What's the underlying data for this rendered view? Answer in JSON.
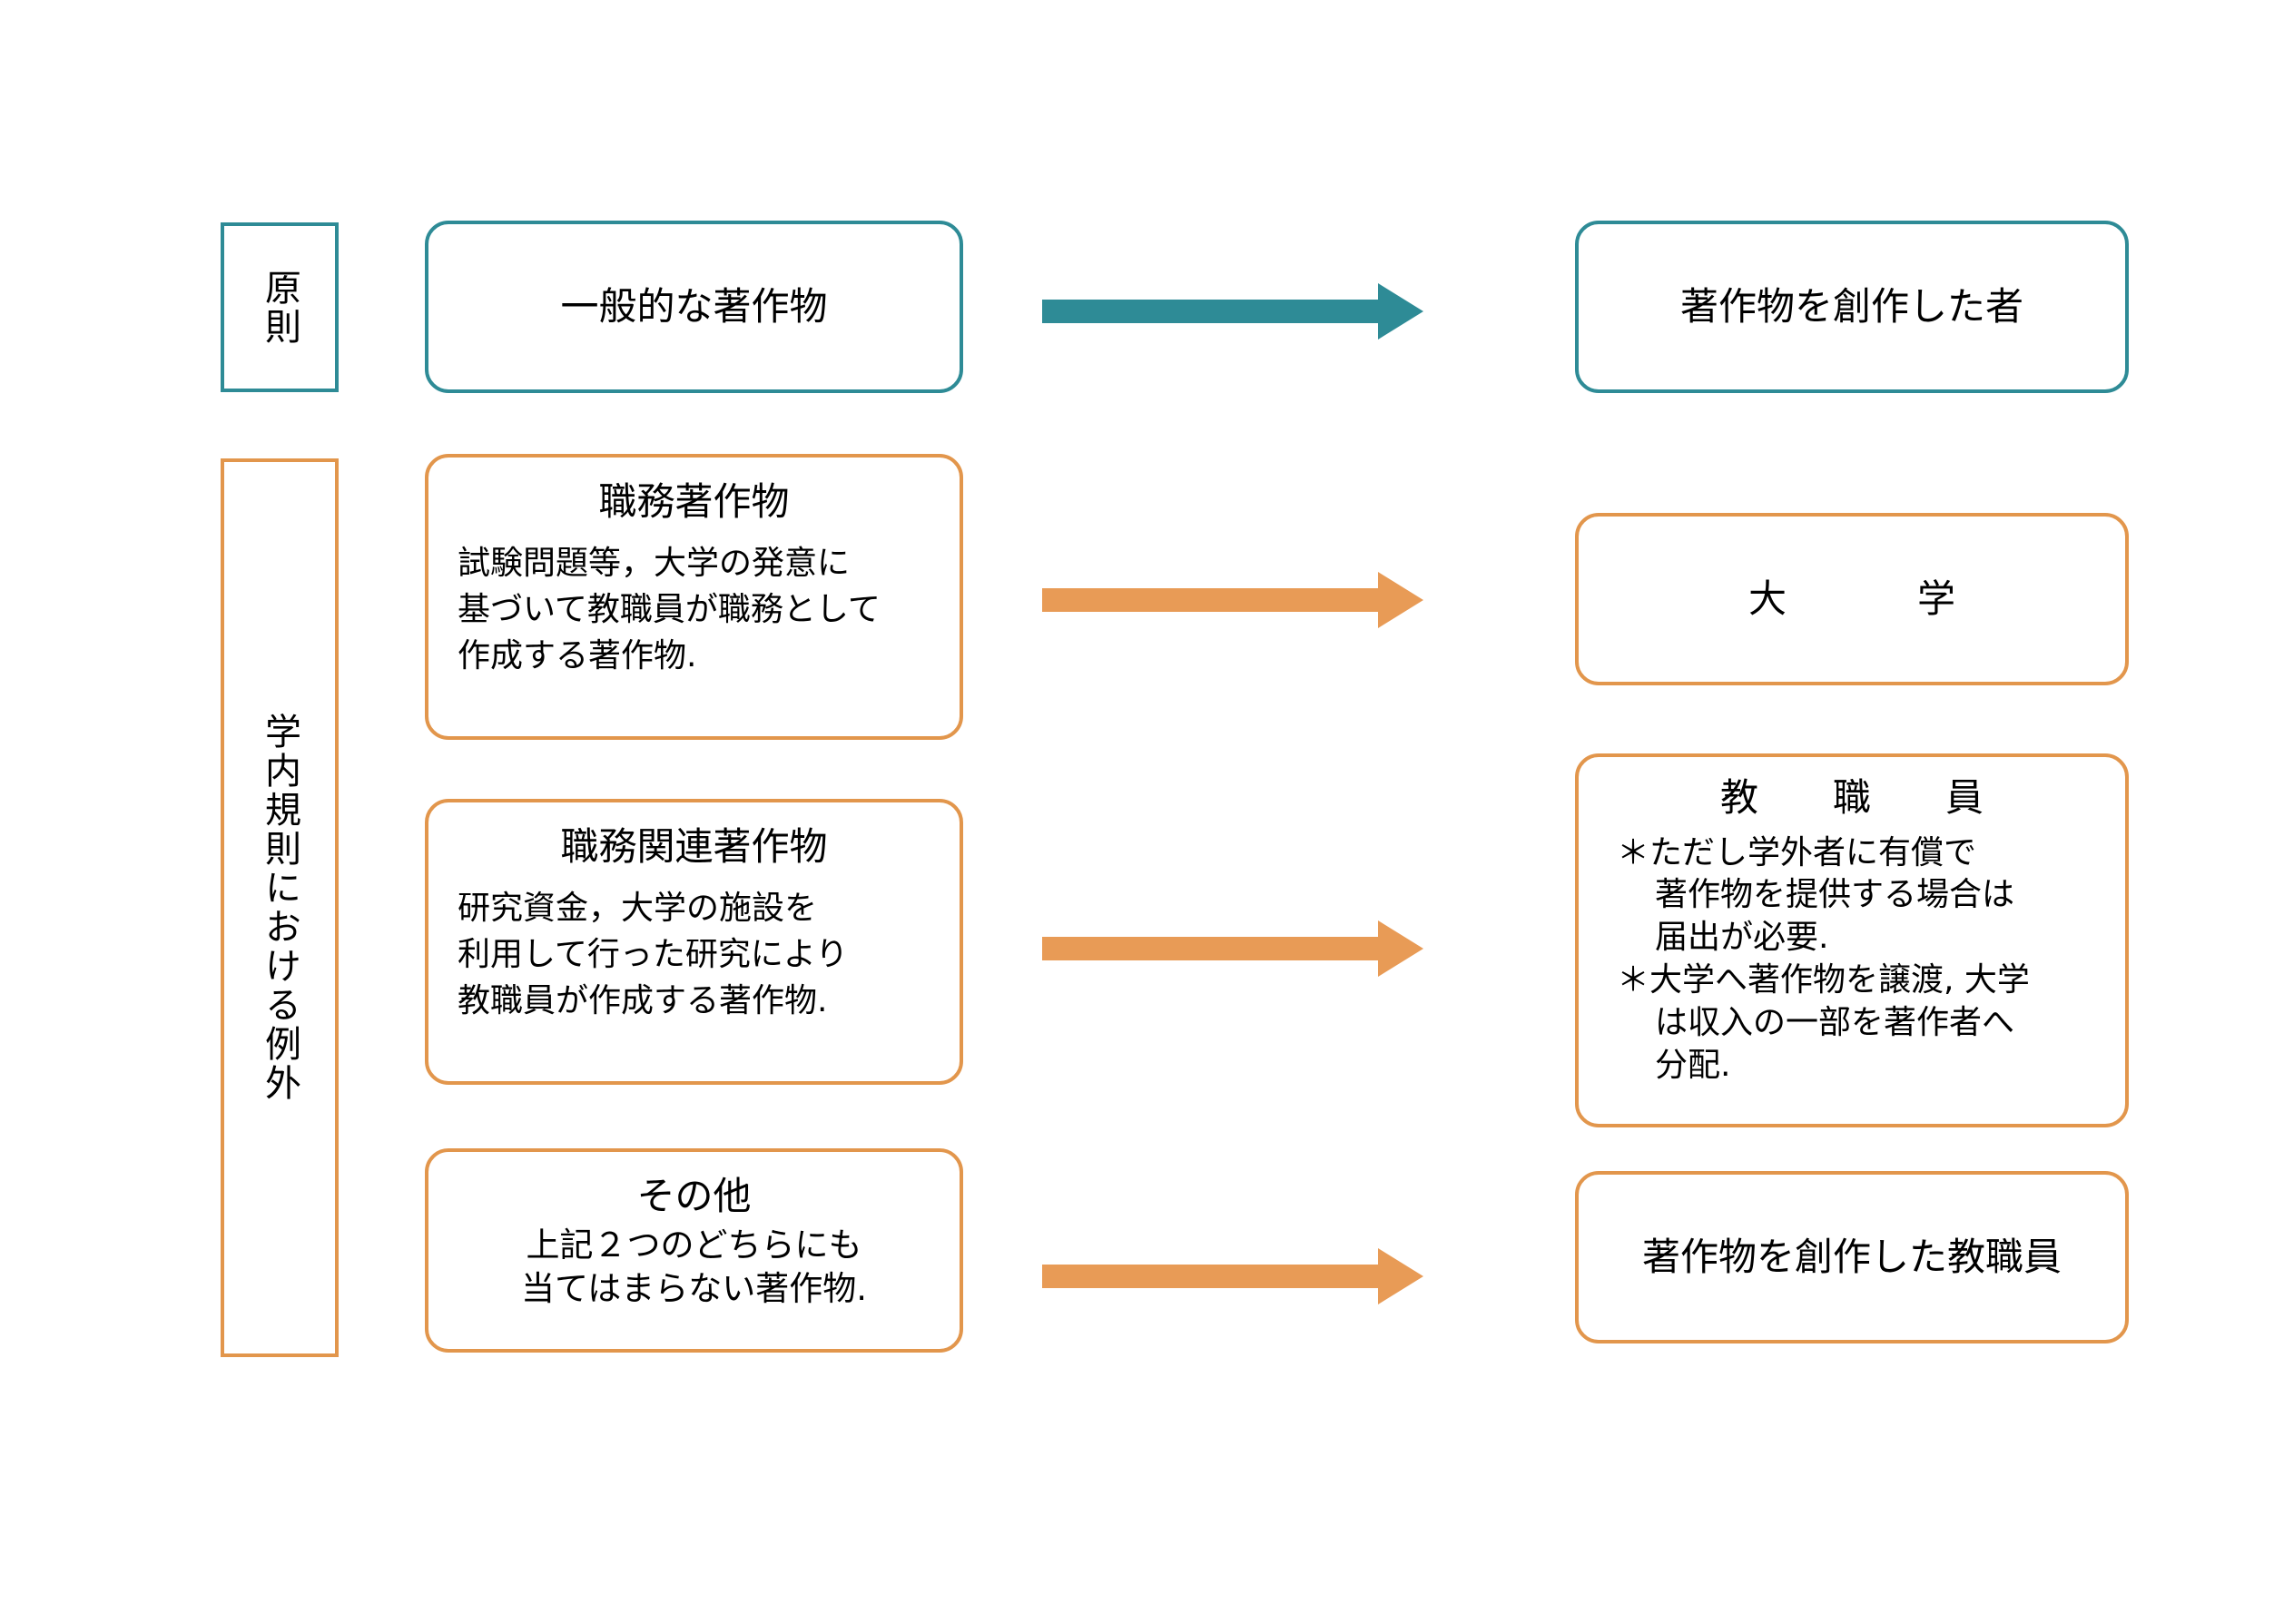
{
  "colors": {
    "teal": "#2E8B96",
    "orange": "#E2964C",
    "arrow_teal": "#2E8B96",
    "arrow_orange": "#E89B56",
    "text": "#000000",
    "background": "#FFFFFF"
  },
  "categories": [
    {
      "label": "原則",
      "accent": "teal"
    },
    {
      "label": "学内規則における例外",
      "accent": "orange"
    }
  ],
  "rows": [
    {
      "accent": "teal",
      "source": {
        "title": "一般的な著作物",
        "body": ""
      },
      "arrow": {
        "color": "#2E8B96",
        "direction": "right"
      },
      "target": {
        "title": "著作物を創作した者",
        "notes": []
      }
    },
    {
      "accent": "orange",
      "source": {
        "title": "職務著作物",
        "body": "試験問題等，大学の発意に\n基づいて教職員が職務として\n作成する著作物."
      },
      "arrow": {
        "color": "#E89B56",
        "direction": "right"
      },
      "target": {
        "title": "大　　学",
        "notes": []
      }
    },
    {
      "accent": "orange",
      "source": {
        "title": "職務関連著作物",
        "body": "研究資金，大学の施設を\n利用して行った研究により\n教職員が作成する著作物."
      },
      "arrow": {
        "color": "#E89B56",
        "direction": "right"
      },
      "target": {
        "title": "教　職　員",
        "notes": [
          "＊ただし学外者に有償で\n著作物を提供する場合は\n届出が必要.",
          "＊大学へ著作物を譲渡, 大学\nは収入の一部を著作者へ\n分配."
        ]
      }
    },
    {
      "accent": "orange",
      "source": {
        "title": "その他",
        "body": "上記２つのどちらにも\n当てはまらない著作物."
      },
      "arrow": {
        "color": "#E89B56",
        "direction": "right"
      },
      "target": {
        "title": "著作物を創作した教職員",
        "notes": []
      }
    }
  ]
}
